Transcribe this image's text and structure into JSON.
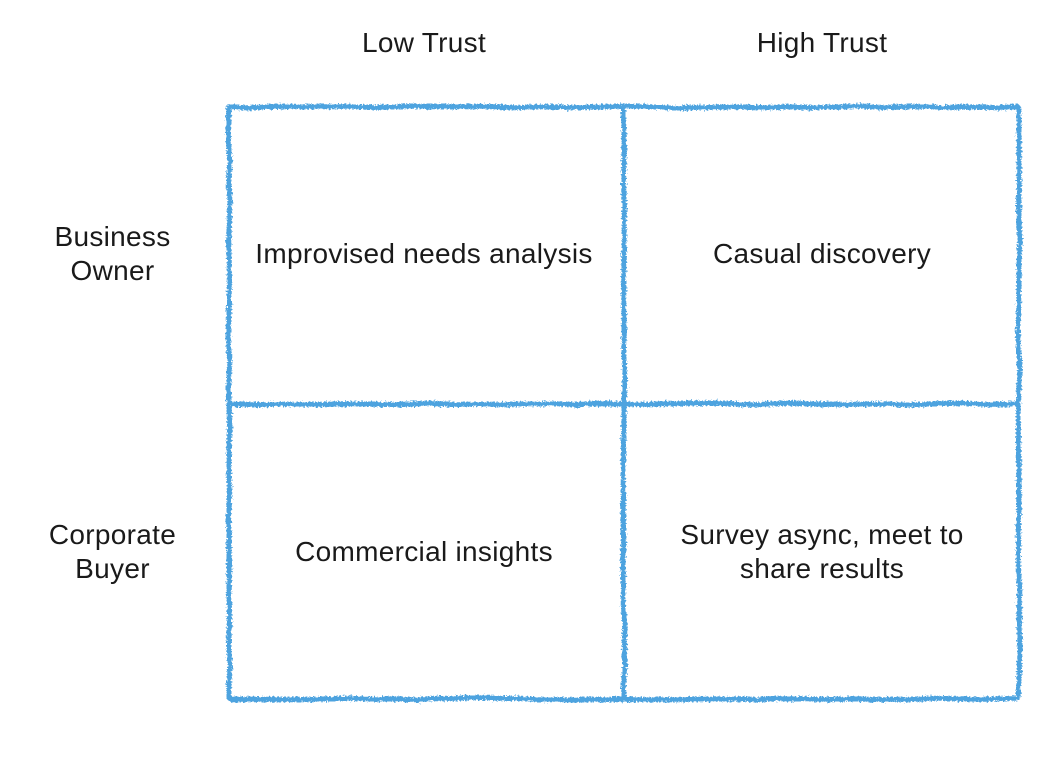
{
  "matrix": {
    "columns": [
      {
        "label": "Low Trust"
      },
      {
        "label": "High Trust"
      }
    ],
    "rows": [
      {
        "label": "Business Owner"
      },
      {
        "label": "Corporate Buyer"
      }
    ],
    "cells": [
      {
        "row": "Business Owner",
        "column": "Low Trust",
        "text": "Improvised needs analysis"
      },
      {
        "row": "Business Owner",
        "column": "High Trust",
        "text": "Casual discovery"
      },
      {
        "row": "Corporate Buyer",
        "column": "Low Trust",
        "text": "Commercial insights"
      },
      {
        "row": "Corporate Buyer",
        "column": "High Trust",
        "text": "Survey async, meet to share results"
      }
    ],
    "colors": {
      "grid_stroke": "#4EA3DF",
      "text": "#1A1A1A",
      "background": "#FFFFFF"
    }
  }
}
